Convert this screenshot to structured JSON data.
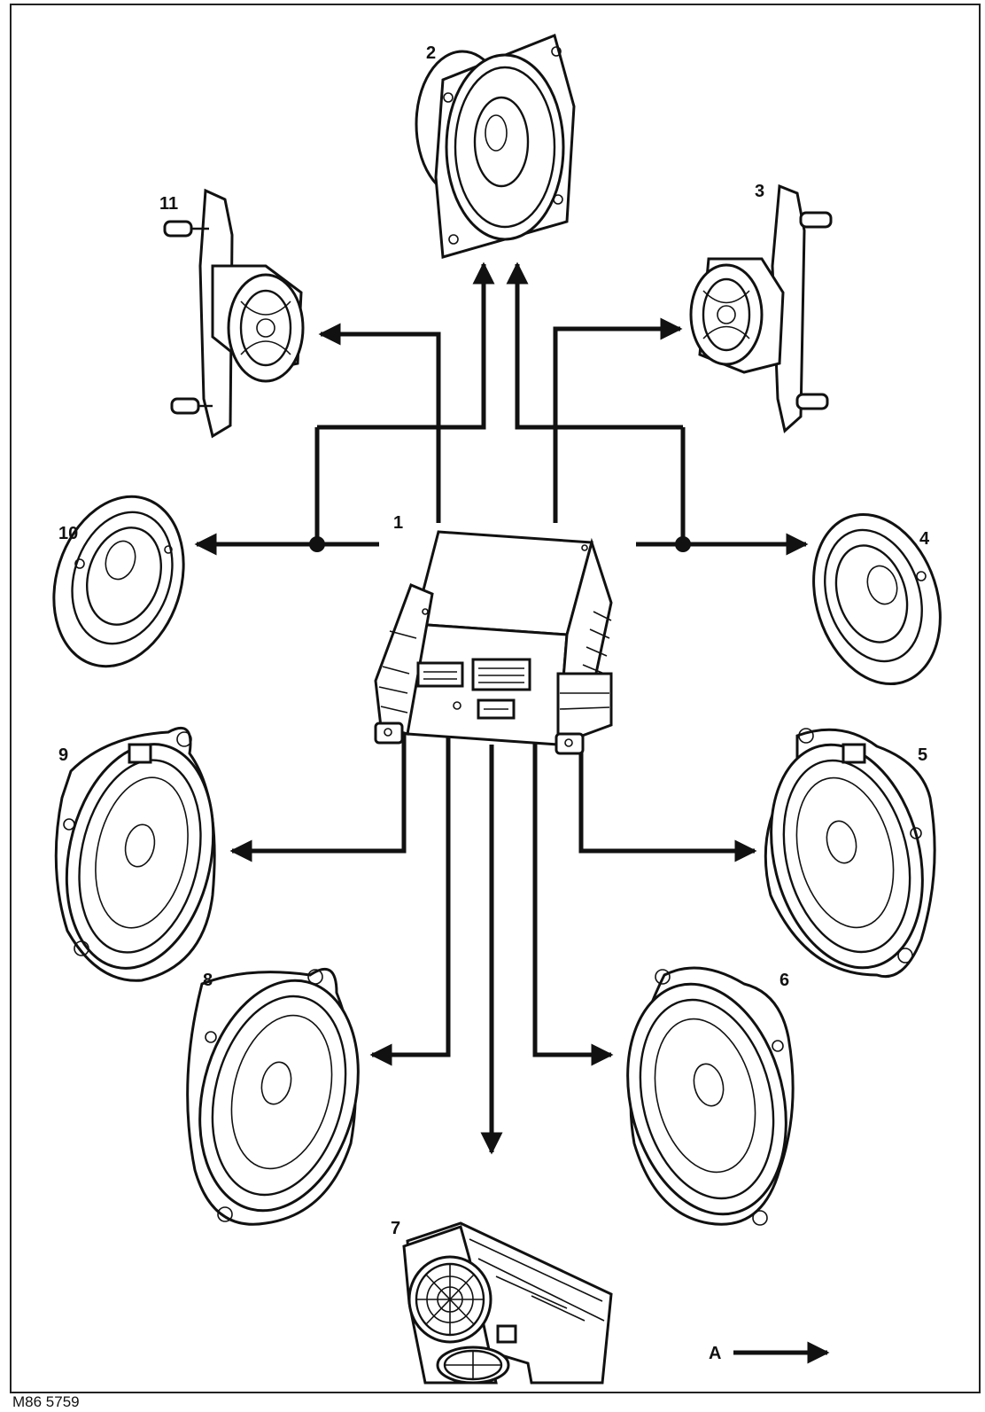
{
  "labels": {
    "amp": "1",
    "spk2": "2",
    "spk3": "3",
    "spk4": "4",
    "spk5": "5",
    "spk6": "6",
    "spk7": "7",
    "spk8": "8",
    "spk9": "9",
    "spk10": "10",
    "spk11": "11"
  },
  "view_label": "A",
  "figure_code": "M86 5759"
}
